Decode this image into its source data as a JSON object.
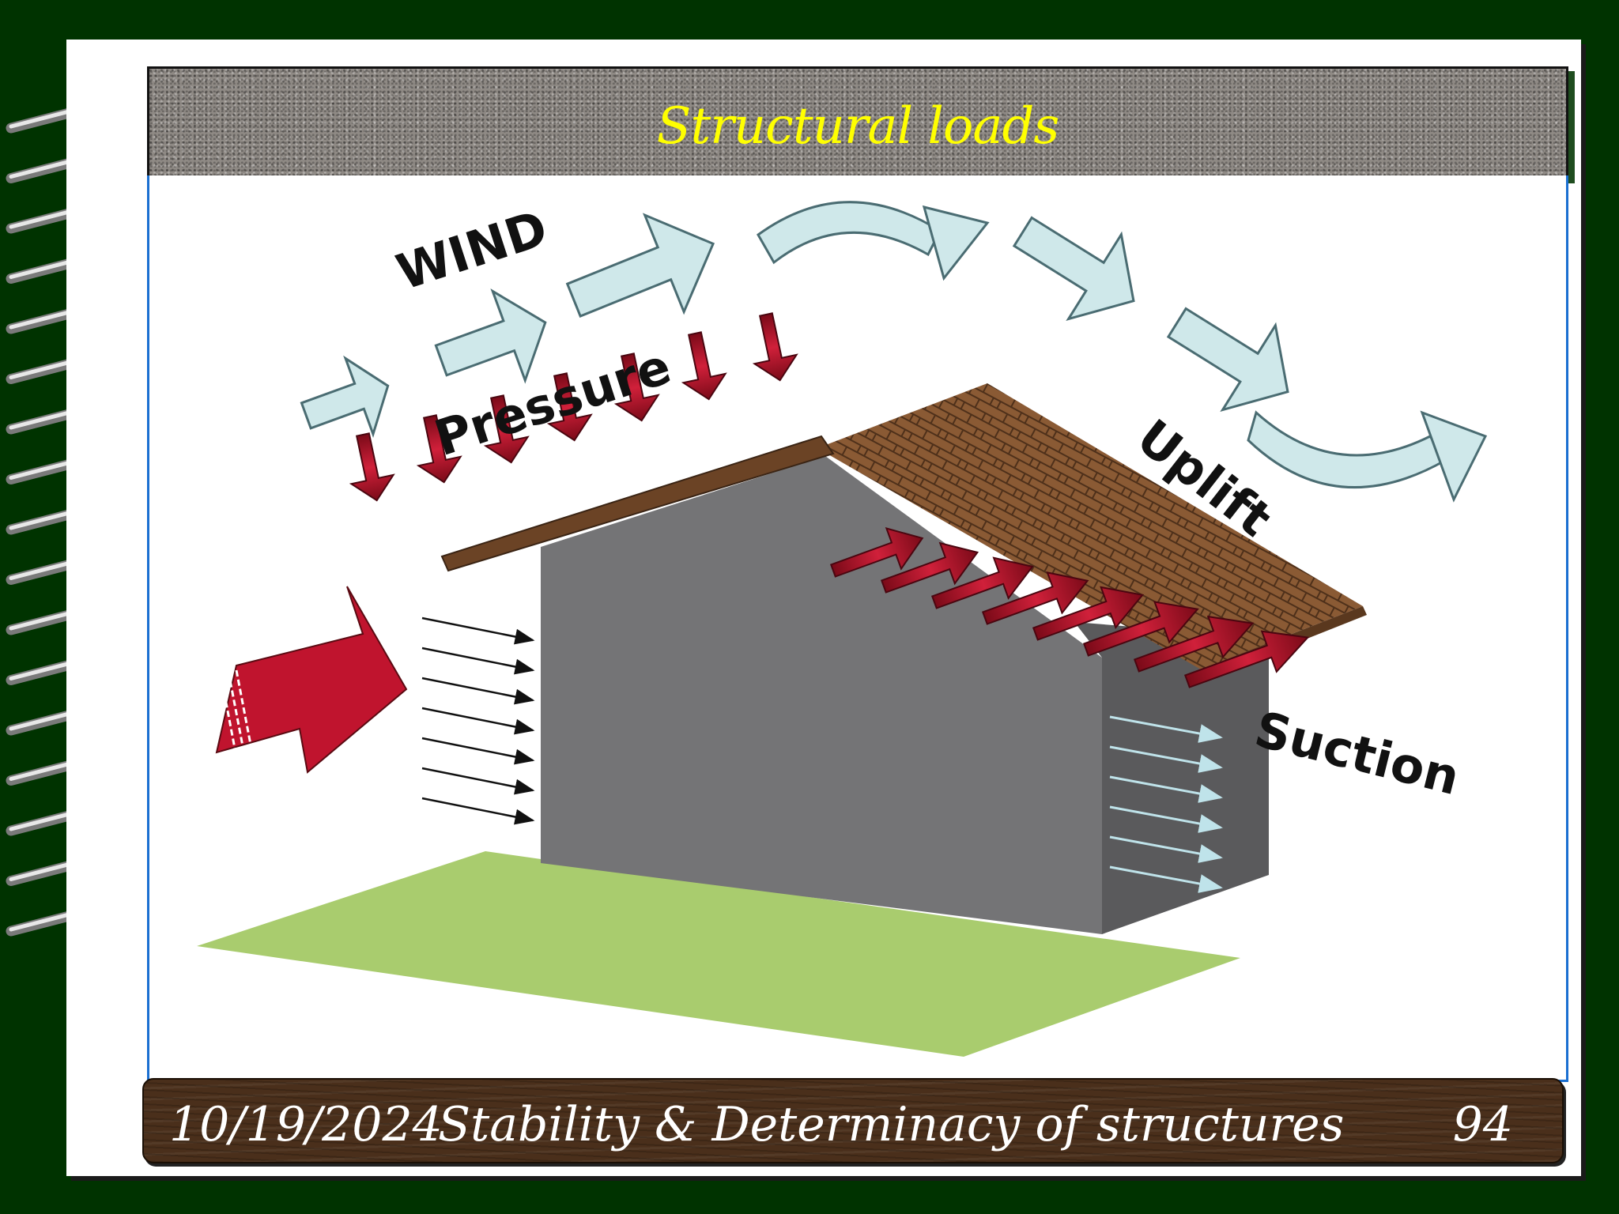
{
  "slide": {
    "title": "Structural loads",
    "footer": {
      "date": "10/19/2024",
      "subject": "Stability & Determinacy of structures",
      "page_number": "94"
    }
  },
  "diagram": {
    "labels": {
      "wind": "WIND",
      "pressure": "Pressure",
      "uplift": "Uplift",
      "suction": "Suction"
    }
  },
  "colors": {
    "background": "#003300",
    "title_text": "#ffff00",
    "frame_border": "#1a6fd1",
    "wind_arrow": "#cfe8ea",
    "load_arrow_red": "#b0122a",
    "wall": "#6e6e70",
    "roof": "#7a4f2e",
    "ground": "#a9cc6e"
  }
}
